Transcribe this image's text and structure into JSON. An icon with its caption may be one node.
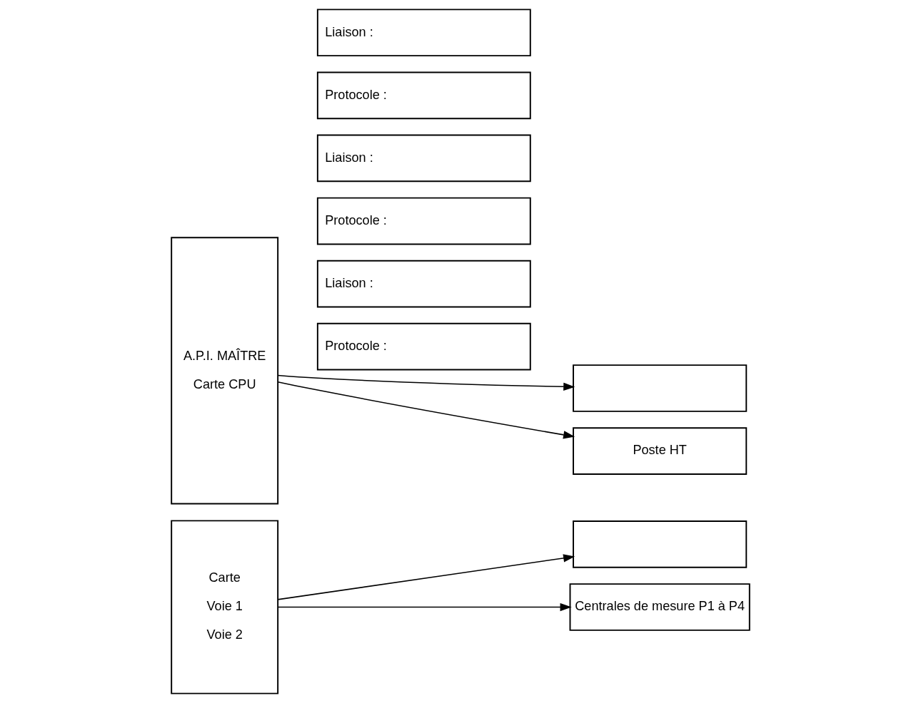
{
  "diagram": {
    "nodes": [
      {
        "text": [
          "A.P.I. MAÎTRE",
          "Carte CPU"
        ]
      },
      {
        "text": [
          "Liaison :"
        ]
      },
      {
        "text": [
          "Protocole :"
        ]
      },
      {
        "text": [],
        "shape": "box"
      },
      {
        "text": [
          "Liaison :"
        ]
      },
      {
        "text": [
          "Protocole :"
        ]
      },
      {
        "text": [
          "Poste HT"
        ]
      },
      {
        "text": [
          "Carte",
          "Voie 1",
          "Voie 2"
        ]
      },
      {
        "text": [
          "Liaison :"
        ]
      },
      {
        "text": [
          "Protocole :"
        ]
      },
      {
        "text": [],
        "shape": "box"
      },
      {
        "text": [
          "Centrales de mesure P1 à P4"
        ]
      }
    ],
    "edges": [
      {
        "from": 0,
        "to": 3,
        "arrow": "to"
      },
      {
        "from": 0,
        "to": 6,
        "arrow": "to"
      },
      {
        "from": 7,
        "to": 10,
        "arrow": "to"
      },
      {
        "from": 7,
        "to": 11,
        "arrow": "to"
      }
    ]
  }
}
